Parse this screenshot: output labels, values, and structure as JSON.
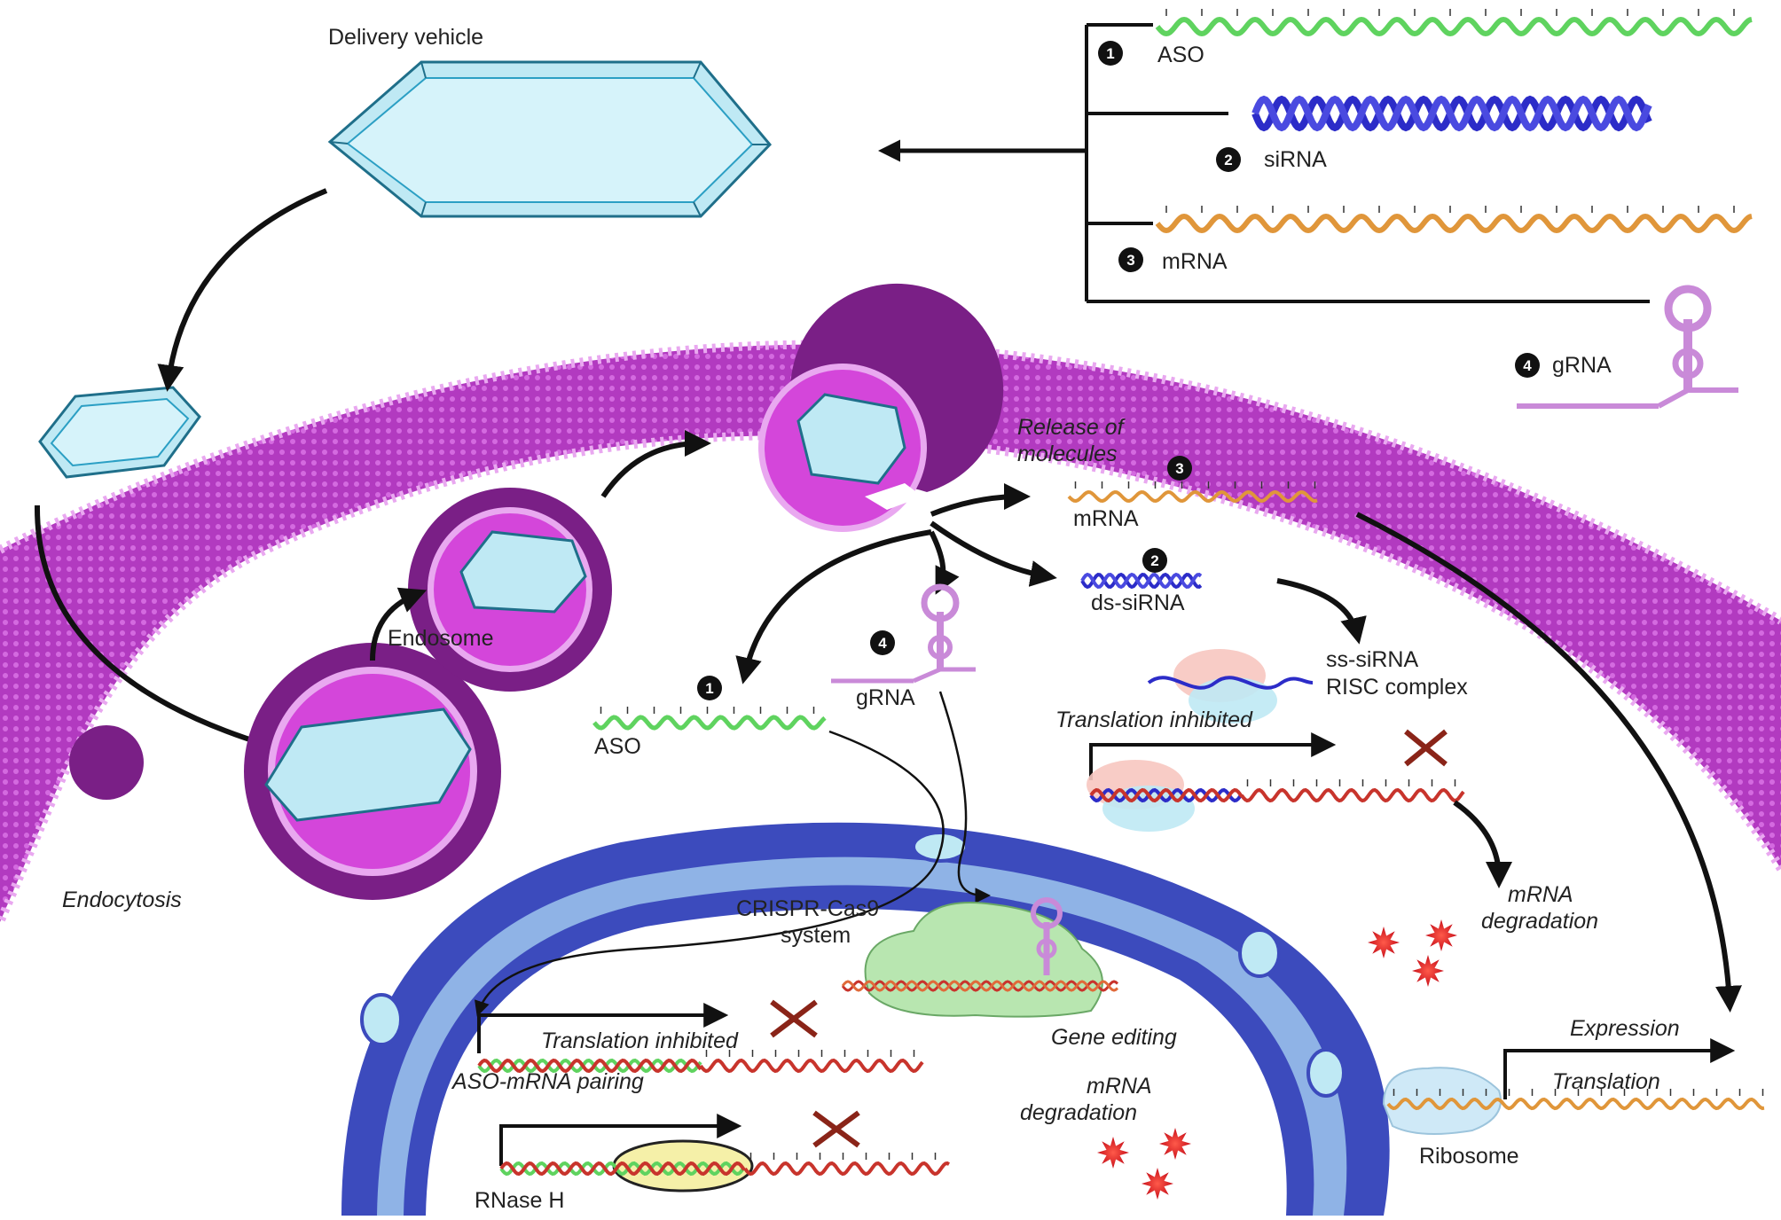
{
  "title": "Delivery vehicle",
  "payloads": [
    {
      "num": "1",
      "label": "ASO"
    },
    {
      "num": "2",
      "label": "siRNA"
    },
    {
      "num": "3",
      "label": "mRNA"
    },
    {
      "num": "4",
      "label": "gRNA"
    }
  ],
  "labels": {
    "endosome": "Endosome",
    "endocytosis": "Endocytosis",
    "release_line1": "Release of",
    "release_line2": "molecules",
    "mrna": "mRNA",
    "ds_sirna": "ds-siRNA",
    "grna": "gRNA",
    "aso": "ASO",
    "ss_sirna": "ss-siRNA",
    "risc": "RISC complex",
    "translation_inhibited": "Translation inhibited",
    "mrna_degradation_line1": "mRNA",
    "mrna_degradation_line2": "degradation",
    "crispr_line1": "CRISPR-Cas9",
    "crispr_line2": "system",
    "gene_editing": "Gene editing",
    "aso_translation_inhibited": "Translation inhibited",
    "aso_mrna_pairing": "ASO-mRNA pairing",
    "nuc_degradation_line1": "mRNA",
    "nuc_degradation_line2": "degradation",
    "rnase_h": "RNase H",
    "expression": "Expression",
    "translation": "Translation",
    "ribosome": "Ribosome",
    "num1": "1",
    "num2": "2",
    "num3": "3",
    "num4": "4"
  },
  "colors": {
    "membrane": "#b23ac0",
    "membrane_dark": "#7a1f86",
    "crystal": "#bfe9f4",
    "crystal_edge": "#2b9fc4",
    "aso": "#5fd35f",
    "sirna": "#2c2cc8",
    "mrna": "#e0963a",
    "grna": "#c98ad8",
    "red_rna": "#c8342c",
    "nucleus": "#3c4bbd"
  }
}
